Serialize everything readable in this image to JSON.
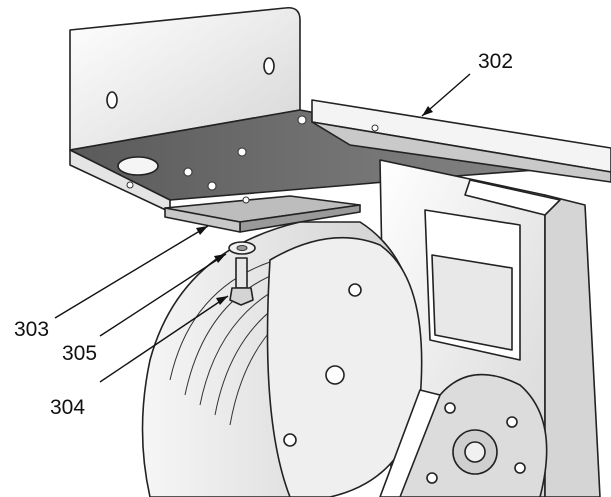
{
  "callouts": [
    {
      "id": "302",
      "text": "302"
    },
    {
      "id": "303",
      "text": "303"
    },
    {
      "id": "305",
      "text": "305"
    },
    {
      "id": "304",
      "text": "304"
    }
  ],
  "colors": {
    "metal_light": "#f2f2f2",
    "metal_mid": "#d9d9d9",
    "metal_dark": "#6e6e6e",
    "outline": "#222222"
  }
}
